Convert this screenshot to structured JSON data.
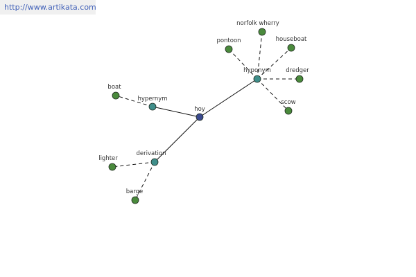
{
  "banner": {
    "url_text": "http://www.artikata.com"
  },
  "colors": {
    "root_node": "#3b4a8f",
    "relation_node": "#3f8e8a",
    "leaf_node": "#4a8a3c",
    "node_stroke": "#1f2a1f",
    "solid_edge": "#111111",
    "dashed_edge": "#111111",
    "label": "#333333"
  },
  "graph": {
    "nodes": [
      {
        "id": "hoy",
        "label": "hoy",
        "kind": "root"
      },
      {
        "id": "hyponym",
        "label": "hyponym",
        "kind": "relation"
      },
      {
        "id": "hypernym",
        "label": "hypernym",
        "kind": "relation"
      },
      {
        "id": "derivation",
        "label": "derivation",
        "kind": "relation"
      },
      {
        "id": "norfolk_wherry",
        "label": "norfolk wherry",
        "kind": "leaf"
      },
      {
        "id": "pontoon",
        "label": "pontoon",
        "kind": "leaf"
      },
      {
        "id": "houseboat",
        "label": "houseboat",
        "kind": "leaf"
      },
      {
        "id": "dredger",
        "label": "dredger",
        "kind": "leaf"
      },
      {
        "id": "scow",
        "label": "scow",
        "kind": "leaf"
      },
      {
        "id": "boat",
        "label": "boat",
        "kind": "leaf"
      },
      {
        "id": "lighter",
        "label": "lighter",
        "kind": "leaf"
      },
      {
        "id": "barge",
        "label": "barge",
        "kind": "leaf"
      }
    ],
    "edges": [
      {
        "from": "hoy",
        "to": "hyponym",
        "style": "solid"
      },
      {
        "from": "hoy",
        "to": "hypernym",
        "style": "solid"
      },
      {
        "from": "hoy",
        "to": "derivation",
        "style": "solid"
      },
      {
        "from": "hyponym",
        "to": "norfolk_wherry",
        "style": "dashed"
      },
      {
        "from": "hyponym",
        "to": "pontoon",
        "style": "dashed"
      },
      {
        "from": "hyponym",
        "to": "houseboat",
        "style": "dashed"
      },
      {
        "from": "hyponym",
        "to": "dredger",
        "style": "dashed"
      },
      {
        "from": "hyponym",
        "to": "scow",
        "style": "dashed"
      },
      {
        "from": "hypernym",
        "to": "boat",
        "style": "dashed"
      },
      {
        "from": "derivation",
        "to": "lighter",
        "style": "dashed"
      },
      {
        "from": "derivation",
        "to": "barge",
        "style": "dashed"
      }
    ]
  }
}
